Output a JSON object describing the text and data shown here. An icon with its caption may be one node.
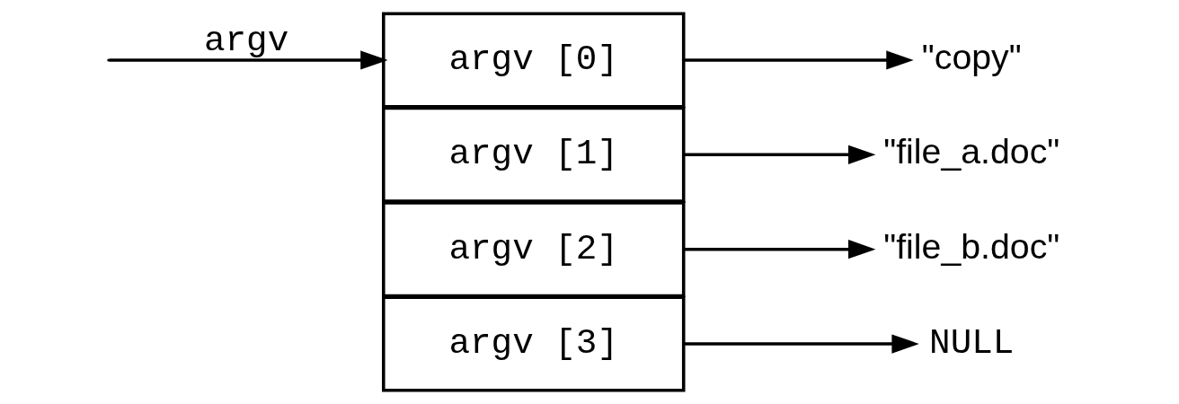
{
  "diagram": {
    "nodes": [
      {
        "text": [
          "argv [0]"
        ]
      },
      {
        "text": [
          "argv [1]"
        ]
      },
      {
        "text": [
          "argv [2]"
        ]
      },
      {
        "text": [
          "argv [3]"
        ]
      },
      {
        "text": [
          "\"copy\""
        ]
      },
      {
        "text": [
          "\"file_a.doc\""
        ]
      },
      {
        "text": [
          "\"file_b.doc\""
        ]
      },
      {
        "text": [
          "NULL"
        ]
      }
    ],
    "edges": [
      {
        "from": null,
        "to": 0,
        "arrow": "to",
        "label": "argv"
      },
      {
        "from": 0,
        "to": 4,
        "arrow": "to"
      },
      {
        "from": 1,
        "to": 5,
        "arrow": "to"
      },
      {
        "from": 2,
        "to": 6,
        "arrow": "to"
      },
      {
        "from": 3,
        "to": 7,
        "arrow": "to"
      }
    ]
  }
}
